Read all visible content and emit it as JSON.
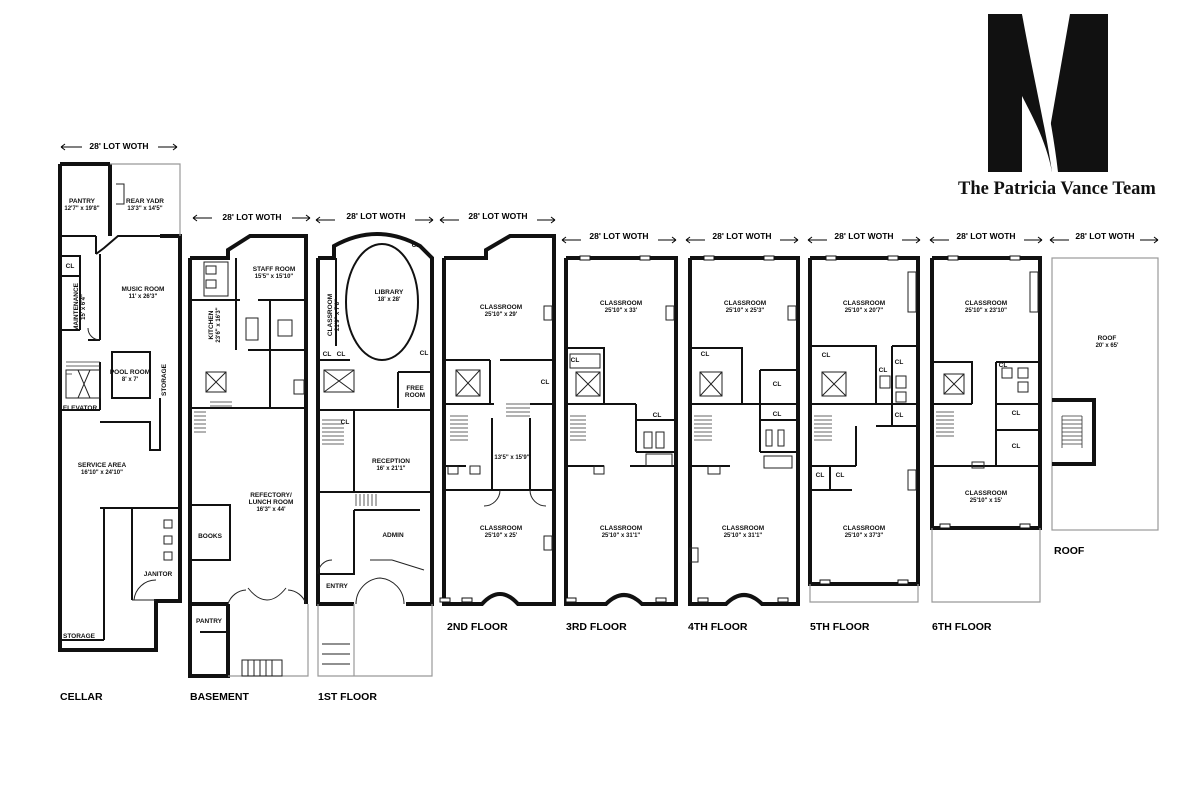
{
  "brand": {
    "name": "The Patricia Vance Team",
    "logo_letter": "V"
  },
  "lot_width_label": "28' LOT WOTH",
  "floors": [
    {
      "name": "CELLAR",
      "rooms": [
        {
          "label": "PANTRY",
          "dims": "12'7\" x 19'8\""
        },
        {
          "label": "REAR YADR",
          "dims": "13'3\" x 14'5\""
        },
        {
          "label": "CL",
          "dims": ""
        },
        {
          "label": "MUSIC ROOM",
          "dims": "11' x 26'3\""
        },
        {
          "label": "MAINTENANCE",
          "dims": "15' x 6'4\""
        },
        {
          "label": "POOL ROOM",
          "dims": "8' x 7'"
        },
        {
          "label": "STORAGE",
          "dims": ""
        },
        {
          "label": "ELEVATOR",
          "dims": ""
        },
        {
          "label": "SERVICE AREA",
          "dims": "16'10\" x 24'10\""
        },
        {
          "label": "JANITOR",
          "dims": ""
        },
        {
          "label": "STORAGE",
          "dims": ""
        }
      ]
    },
    {
      "name": "BASEMENT",
      "rooms": [
        {
          "label": "STAFF ROOM",
          "dims": "15'5\" x 15'10\""
        },
        {
          "label": "KITCHEN",
          "dims": "23'6\" x 16'3\""
        },
        {
          "label": "REFECTORY/",
          "dims": "LUNCH ROOM"
        },
        {
          "label": "",
          "dims": "16'3\" x 44'"
        },
        {
          "label": "BOOKS",
          "dims": ""
        },
        {
          "label": "PANTRY",
          "dims": ""
        }
      ]
    },
    {
      "name": "1ST FLOOR",
      "rooms": [
        {
          "label": "CL",
          "dims": ""
        },
        {
          "label": "LIBRARY",
          "dims": "18' x 28'"
        },
        {
          "label": "CLASSROOM",
          "dims": "21'9\" x 7'8\""
        },
        {
          "label": "CL",
          "dims": ""
        },
        {
          "label": "CL",
          "dims": ""
        },
        {
          "label": "CL",
          "dims": ""
        },
        {
          "label": "FREE",
          "dims": "ROOM"
        },
        {
          "label": "CL",
          "dims": ""
        },
        {
          "label": "RECEPTION",
          "dims": "16' x 21'1\""
        },
        {
          "label": "ADMIN",
          "dims": ""
        },
        {
          "label": "ENTRY",
          "dims": ""
        }
      ]
    },
    {
      "name": "2ND FLOOR",
      "rooms": [
        {
          "label": "CLASSROOM",
          "dims": "25'10\" x 29'"
        },
        {
          "label": "CL",
          "dims": ""
        },
        {
          "label": "",
          "dims": "13'5\" x 15'9\""
        },
        {
          "label": "CLASSROOM",
          "dims": "25'10\" x 25'"
        }
      ]
    },
    {
      "name": "3RD FLOOR",
      "rooms": [
        {
          "label": "CLASSROOM",
          "dims": "25'10\" x 33'"
        },
        {
          "label": "CL",
          "dims": ""
        },
        {
          "label": "CL",
          "dims": ""
        },
        {
          "label": "CLASSROOM",
          "dims": "25'10\" x 31'1\""
        }
      ]
    },
    {
      "name": "4TH FLOOR",
      "rooms": [
        {
          "label": "CLASSROOM",
          "dims": "25'10\" x 25'3\""
        },
        {
          "label": "CL",
          "dims": ""
        },
        {
          "label": "CL",
          "dims": ""
        },
        {
          "label": "CL",
          "dims": ""
        },
        {
          "label": "CLASSROOM",
          "dims": "25'10\" x 31'1\""
        }
      ]
    },
    {
      "name": "5TH FLOOR",
      "rooms": [
        {
          "label": "CLASSROOM",
          "dims": "25'10\" x 20'7\""
        },
        {
          "label": "CL",
          "dims": ""
        },
        {
          "label": "CL",
          "dims": ""
        },
        {
          "label": "CL",
          "dims": ""
        },
        {
          "label": "CL",
          "dims": ""
        },
        {
          "label": "CL",
          "dims": ""
        },
        {
          "label": "CL",
          "dims": ""
        },
        {
          "label": "CLASSROOM",
          "dims": "25'10\" x 37'3\""
        }
      ]
    },
    {
      "name": "6TH FLOOR",
      "rooms": [
        {
          "label": "CLASSROOM",
          "dims": "25'10\" x 23'10\""
        },
        {
          "label": "CL",
          "dims": ""
        },
        {
          "label": "CL",
          "dims": ""
        },
        {
          "label": "CL",
          "dims": ""
        },
        {
          "label": "CLASSROOM",
          "dims": "25'10\" x 15'"
        }
      ]
    },
    {
      "name": "ROOF",
      "rooms": [
        {
          "label": "ROOF",
          "dims": "20' x 65'"
        }
      ]
    }
  ]
}
